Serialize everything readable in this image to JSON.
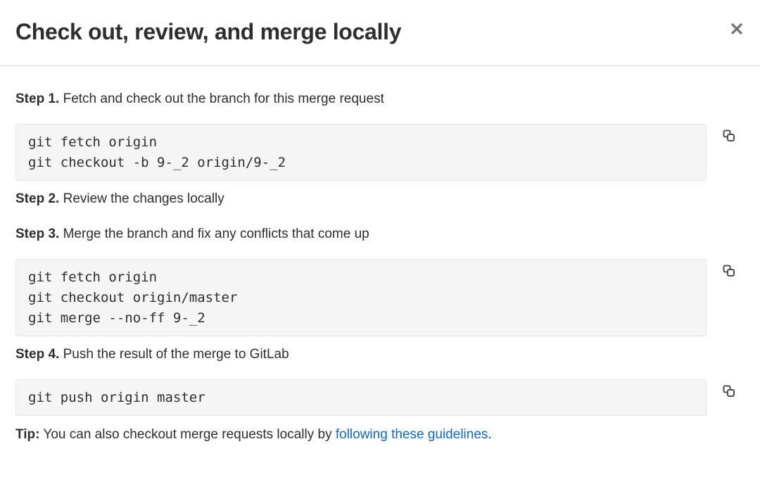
{
  "modal": {
    "title": "Check out, review, and merge locally",
    "close_icon": "close-icon"
  },
  "steps": [
    {
      "label": "Step 1.",
      "text": "Fetch and check out the branch for this merge request",
      "code": [
        "git fetch origin",
        "git checkout -b 9-_2 origin/9-_2"
      ]
    },
    {
      "label": "Step 2.",
      "text": "Review the changes locally",
      "code": []
    },
    {
      "label": "Step 3.",
      "text": "Merge the branch and fix any conflicts that come up",
      "code": [
        "git fetch origin",
        "git checkout origin/master",
        "git merge --no-ff 9-_2"
      ]
    },
    {
      "label": "Step 4.",
      "text": "Push the result of the merge to GitLab",
      "code": [
        "git push origin master"
      ]
    }
  ],
  "tip": {
    "label": "Tip:",
    "text": "You can also checkout merge requests locally by",
    "link_text": "following these guidelines",
    "suffix": "."
  },
  "icons": {
    "copy": "copy-icon",
    "close": "close-icon"
  },
  "colors": {
    "link": "#1068bf",
    "code_bg": "#f5f5f5",
    "text": "#2e2e2e"
  }
}
